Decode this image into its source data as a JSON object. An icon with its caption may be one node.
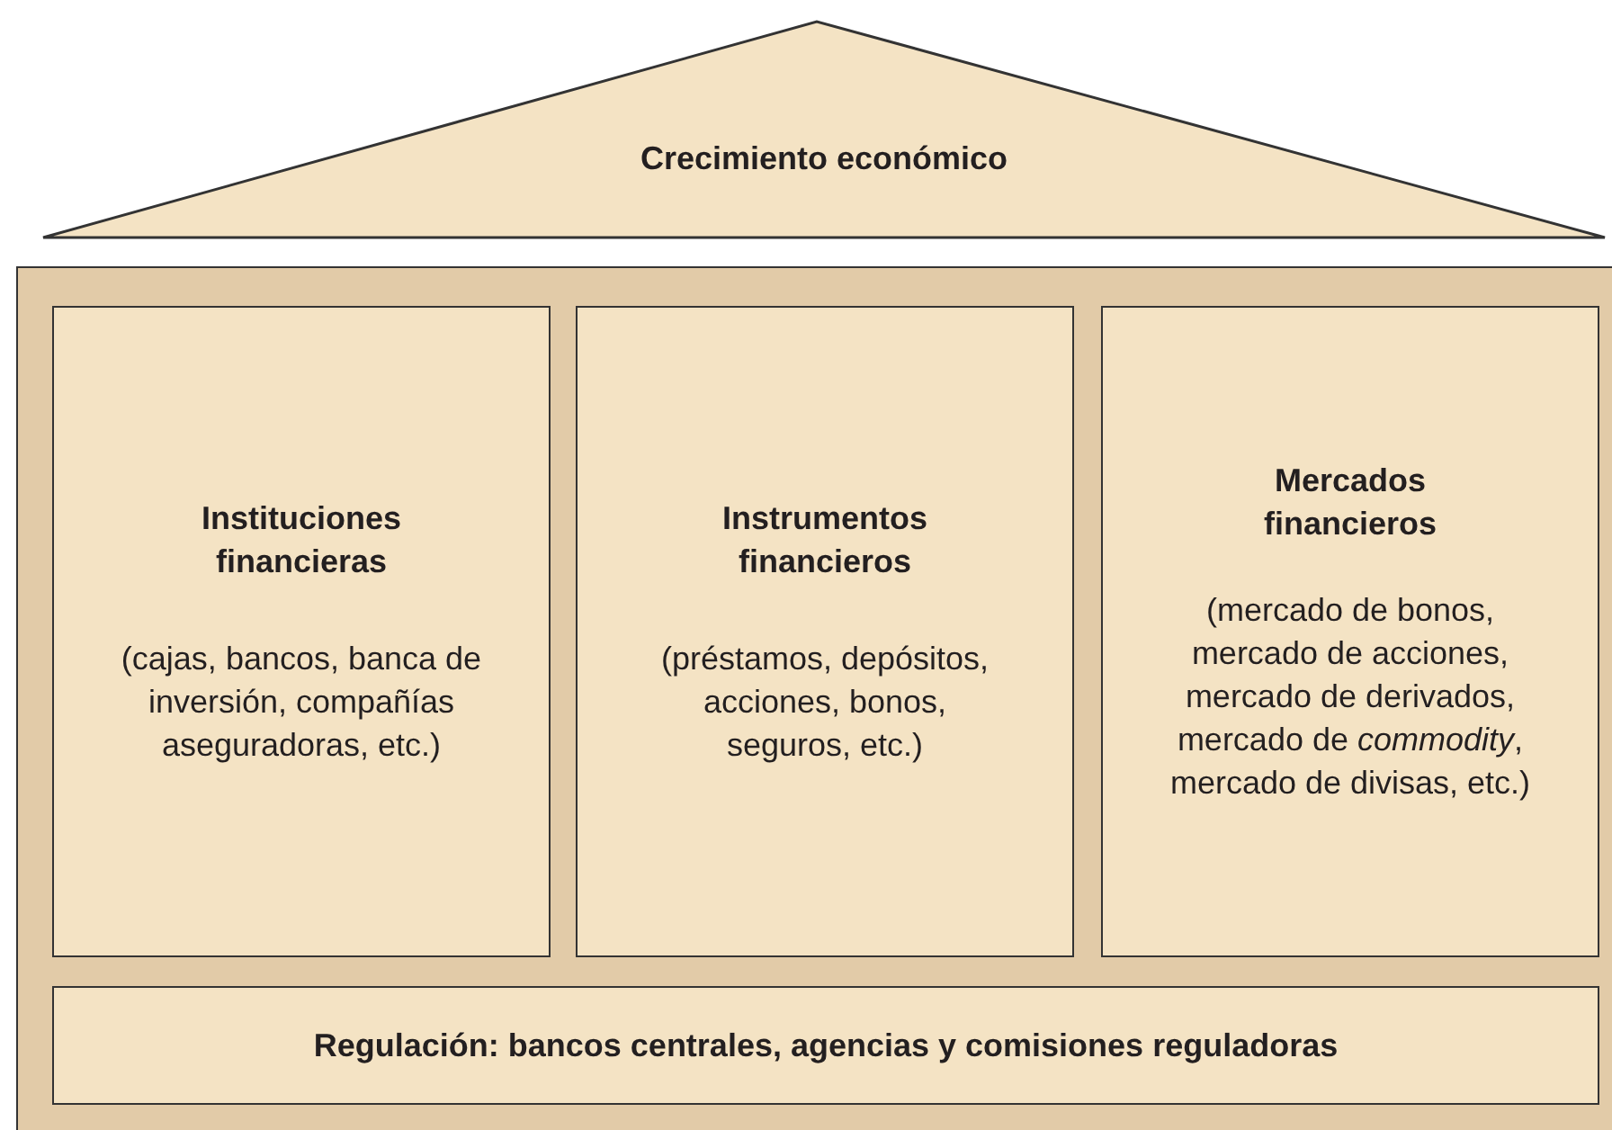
{
  "diagram": {
    "nodes": [
      {
        "text": [
          "Crecimiento económico"
        ]
      },
      {
        "text": [],
        "shape": "box"
      },
      {
        "text": [
          "Instituciones financieras",
          "(cajas, bancos, banca de inversión, compañías aseguradoras, etc.)"
        ],
        "in": 1
      },
      {
        "text": [
          "Instrumentos financieros",
          "(préstamos, depósitos, acciones, bonos, seguros, etc.)"
        ],
        "in": 1
      },
      {
        "text": [
          "Mercados financieros",
          "(mercado de bonos, mercado de acciones, mercado de derivados, mercado de *commodity*, mercado de divisas, etc.)"
        ],
        "in": 1
      },
      {
        "text": [
          "Regulación: bancos centrales, agencias y comisiones reguladoras"
        ],
        "in": 1
      }
    ]
  }
}
